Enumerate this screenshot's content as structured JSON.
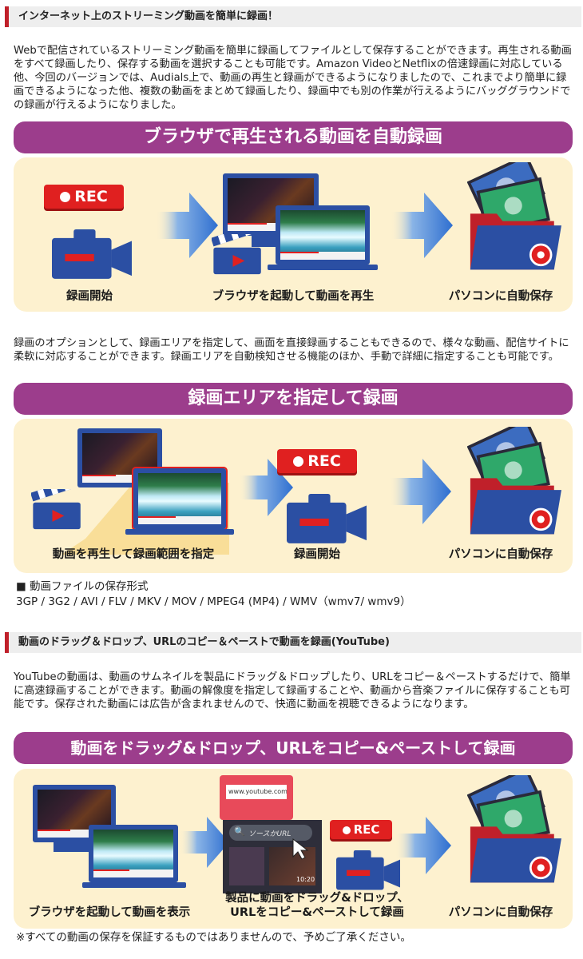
{
  "section1": {
    "heading": "インターネット上のストリーミング動画を簡単に録画！",
    "paragraph": "Webで配信されているストリーミング動画を簡単に録画してファイルとして保存することができます。再生される動画をすべて録画したり、保存する動画を選択することも可能です。Amazon VideoとNetflixの倍速録画に対応している他、今回のバージョンでは、Audials上で、動画の再生と録画ができるようになりましたので、これまでより簡単に録画できるようになった他、複数の動画をまとめて録画したり、録画中でも別の作業が行えるようにバッググラウンドでの録画が行えるようになりました。",
    "banner": "ブラウザで再生される動画を自動録画",
    "rec_label": "REC",
    "caption_start": "録画開始",
    "caption_play": "ブラウザを起動して動画を再生",
    "caption_save": "パソコンに自動保存"
  },
  "section2": {
    "paragraph": "録画のオプションとして、録画エリアを指定して、画面を直接録画することもできるので、様々な動画、配信サイトに柔軟に対応することができます。録画エリアを自動検知させる機能のほか、手動で詳細に指定することも可能です。",
    "banner": "録画エリアを指定して録画",
    "rec_label": "REC",
    "caption_area": "動画を再生して録画範囲を指定",
    "caption_start": "録画開始",
    "caption_save": "パソコンに自動保存",
    "formats_title": "■ 動画ファイルの保存形式",
    "formats_list": "3GP / 3G2 / AVI / FLV / MKV / MOV / MPEG4 (MP4) / WMV（wmv7/ wmv9）"
  },
  "section3": {
    "heading": "動画のドラッグ＆ドロップ、URLのコピー＆ペーストで動画を録画(YouTube)",
    "paragraph": "YouTubeの動画は、動画のサムネイルを製品にドラッグ＆ドロップしたり、URLをコピー＆ペーストするだけで、簡単に高速録画することができます。動画の解像度を指定して録画することや、動画から音楽ファイルに保存することも可能です。保存された動画には広告が含まれませんので、快適に動画を視聴できるようになります。",
    "banner": "動画をドラッグ&ドロップ、URLをコピー&ペーストして録画",
    "rec_label": "REC",
    "url_text": "www.youtube.com/...",
    "search_text": "ソースかURL",
    "time_text": "10:20",
    "caption_browser": "ブラウザを起動して動画を表示",
    "caption_drag_line1": "製品に動画をドラッグ&ドロップ、",
    "caption_drag_line2": "URLをコピー&ペーストして録画",
    "caption_save": "パソコンに自動保存",
    "disclaimer": "※すべての動画の保存を保証するものではありませんので、予めご了承ください。"
  },
  "colors": {
    "banner": "#9c3d8c",
    "panel": "#fdf1cf",
    "rec": "#e02020",
    "device_blue": "#2b4fa3",
    "heading_accent": "#c0202a"
  }
}
